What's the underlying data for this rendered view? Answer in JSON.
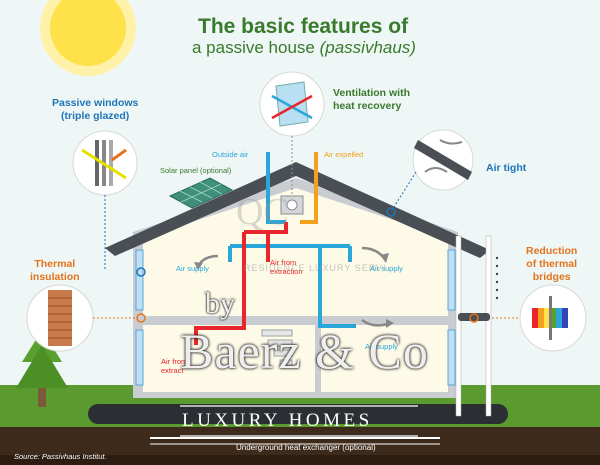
{
  "title": {
    "line1": "The basic features of",
    "line2_main": "a passive house ",
    "line2_italic": "(passivhaus)"
  },
  "labels": {
    "passive_windows": [
      "Passive windows",
      "(triple glazed)"
    ],
    "ventilation": [
      "Ventilation with",
      "heat recovery"
    ],
    "outside_air": "Outside air",
    "air_expelled": "Air expelled",
    "solar_panel": "Solar panel (optional)",
    "air_tight": "Air tight",
    "thermal_insulation": [
      "Thermal",
      "insulation"
    ],
    "reduction_bridges": [
      "Reduction",
      "of thermal",
      "bridges"
    ],
    "air_supply_left": "Air supply",
    "air_from_extraction_top": [
      "Air from",
      "extraction"
    ],
    "air_supply_right": "Air supply",
    "air_supply_lower": "Air supply",
    "air_from_extraction_lower": [
      "Air from",
      "extract"
    ],
    "underground": "Underground heat exchanger (optional)",
    "source": "Source: Passivhaus Institut."
  },
  "watermark": {
    "by": "by",
    "name": "Baerz & Co",
    "luxury": "LUXURY HOMES",
    "faint": "RESIDENCE LUXURY SERVI",
    "qc": "QC"
  },
  "colors": {
    "title_green": "#3a7a2c",
    "label_blue": "#1e75b8",
    "label_orange": "#e4731c",
    "sun": "#ffe24a",
    "roof": "#4a4f55",
    "ground": "#3e2a1a",
    "grass": "#5a9a2e",
    "cold_air": "#2aa7d8",
    "warm_air": "#e8262b",
    "expelled_air": "#f2a11c"
  }
}
